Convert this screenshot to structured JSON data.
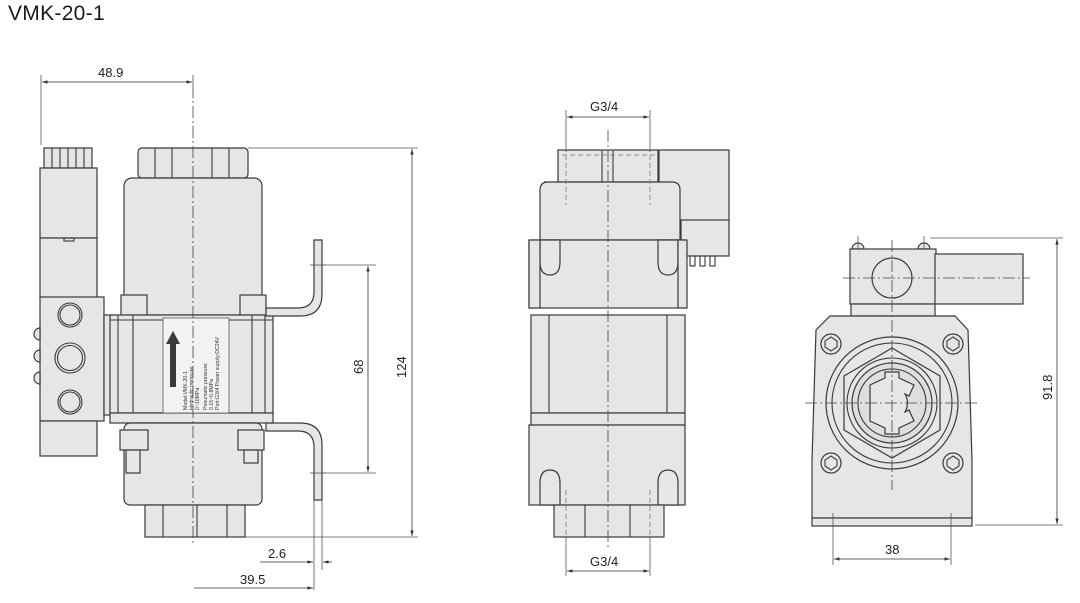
{
  "title": "VMK-20-1",
  "views": {
    "front": {
      "dimensions": {
        "top_width": "48.9",
        "bracket_spacing": "68",
        "overall_height": "124",
        "bracket_thickness": "2.6",
        "bracket_offset": "39.5"
      },
      "nameplate": {
        "lines": [
          "Model:VMK-20-1",
          "Hydraulic pressure:",
          "0~10MPa",
          "Pneumatic pressure:",
          "0.15~0.8MPa",
          "Port:G3/4 Power supply:DC24V"
        ]
      }
    },
    "side": {
      "dimensions": {
        "top_port": "G3/4",
        "bottom_port": "G3/4"
      }
    },
    "top": {
      "dimensions": {
        "height": "91.8",
        "mount_spacing": "38"
      }
    }
  },
  "colors": {
    "body_fill": "#e6e6e6",
    "outline": "#3a3a3a",
    "background": "#ffffff"
  }
}
